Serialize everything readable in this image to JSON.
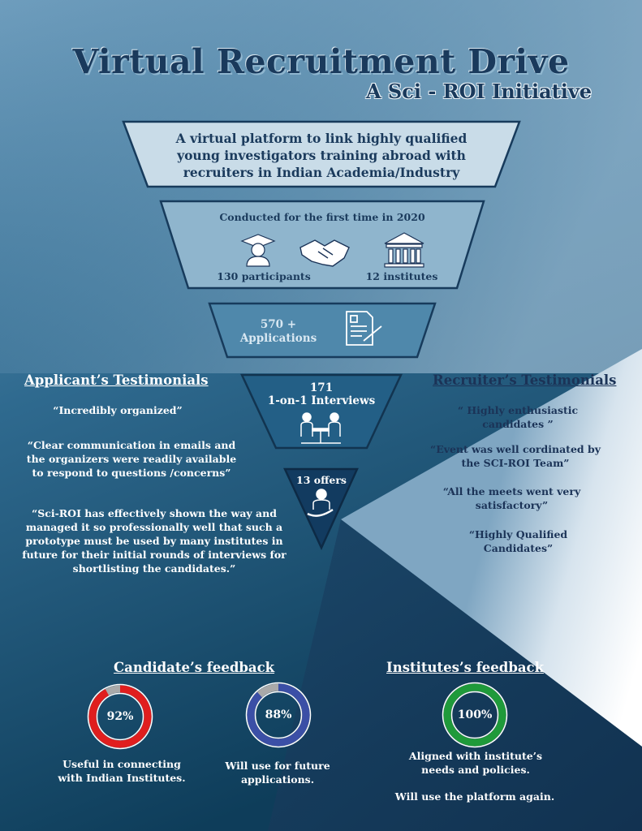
{
  "title": "Virtual Recruitment Drive",
  "subtitle": "A Sci - ROI Initiative",
  "funnel": {
    "tier1": "A virtual platform to link highly qualified young investigators training abroad with recruiters in Indian Academia/Industry",
    "tier2": {
      "heading": "Conducted for the first time in 2020",
      "participants": "130 participants",
      "institutes": "12 institutes"
    },
    "tier3": "570 + Applications",
    "tier4": {
      "count": "171",
      "label": "1-on-1 Interviews"
    },
    "tier5": "13 offers"
  },
  "applicant_testimonials": {
    "heading": "Applicant’s Testimonials",
    "quotes": [
      "“Incredibly organized”",
      "“Clear communication in emails and the organizers were readily available to respond to questions /concerns”",
      "“Sci-ROI has effectively shown the way and managed it so professionally well that such a prototype must be used by many institutes in future for their initial rounds of interviews for shortlisting the candidates.”"
    ]
  },
  "recruiter_testimonials": {
    "heading": "Recruiter’s Testimonials",
    "quotes": [
      "“ Highly enthusiastic candidates ”",
      "“Event was well cordinated by the SCI-ROI Team”",
      "“All the meets went very satisfactory”",
      "“Highly Qualified Candidates”"
    ]
  },
  "candidate_feedback": {
    "heading": "Candidate’s feedback",
    "items": [
      {
        "value": 92,
        "display": "92%",
        "caption": "Useful in connecting with Indian Institutes.",
        "color": "#e01e1e"
      },
      {
        "value": 88,
        "display": "88%",
        "caption": "Will use for future applications.",
        "color": "#3b4fa6"
      }
    ]
  },
  "institutes_feedback": {
    "heading": "Institutes’s feedback",
    "items": [
      {
        "value": 100,
        "display": "100%",
        "caption": "Aligned with institute’s needs and policies.",
        "caption2": "Will use the platform again.",
        "color": "#1f9a3a"
      }
    ]
  },
  "colors": {
    "background_dark": "#113f5c",
    "background_light": "#6d9bbb",
    "tier_fill": "#c8dbe7",
    "title": "#1a3a5c",
    "gauge_remainder": "#a9a9a9"
  },
  "icons": [
    "graduate-icon",
    "handshake-icon",
    "institute-building-icon",
    "application-document-icon",
    "interview-table-icon",
    "offer-hand-icon"
  ]
}
